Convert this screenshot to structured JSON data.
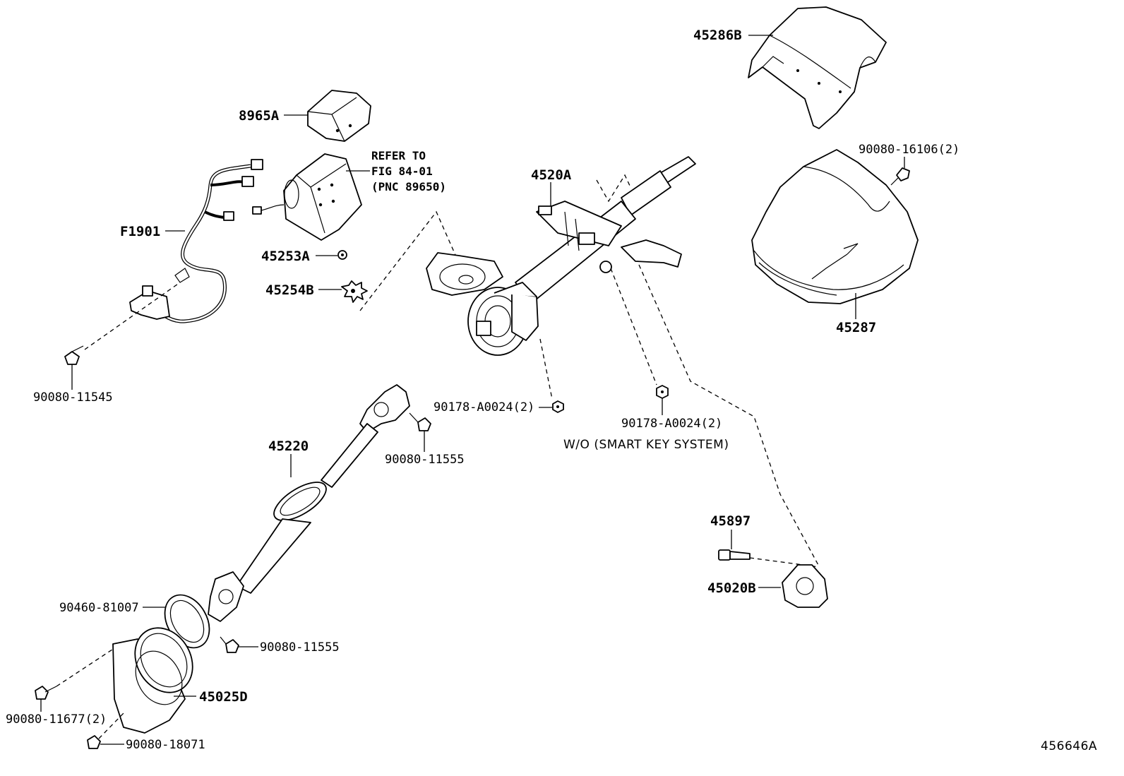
{
  "labels": {
    "p45286B": "45286B",
    "p8965A": "8965A",
    "refer_line1": "REFER TO",
    "refer_line2": "FIG 84-01",
    "refer_line3": "(PNC 89650)",
    "p4520A": "4520A",
    "p90080_16106": "90080-16106(2)",
    "pF1901": "F1901",
    "p45253A": "45253A",
    "p45254B": "45254B",
    "p45287": "45287",
    "p90080_11545": "90080-11545",
    "p90178_a": "90178-A0024(2)",
    "p90178_b": "90178-A0024(2)",
    "note_wo": "W/O (SMART KEY SYSTEM)",
    "p45220": "45220",
    "p90080_11555_a": "90080-11555",
    "p45897": "45897",
    "p45020B": "45020B",
    "p90460": "90460-81007",
    "p90080_11555_b": "90080-11555",
    "p45025D": "45025D",
    "p90080_11677": "90080-11677(2)",
    "p90080_18071": "90080-18071",
    "figure_id": "456646A"
  }
}
